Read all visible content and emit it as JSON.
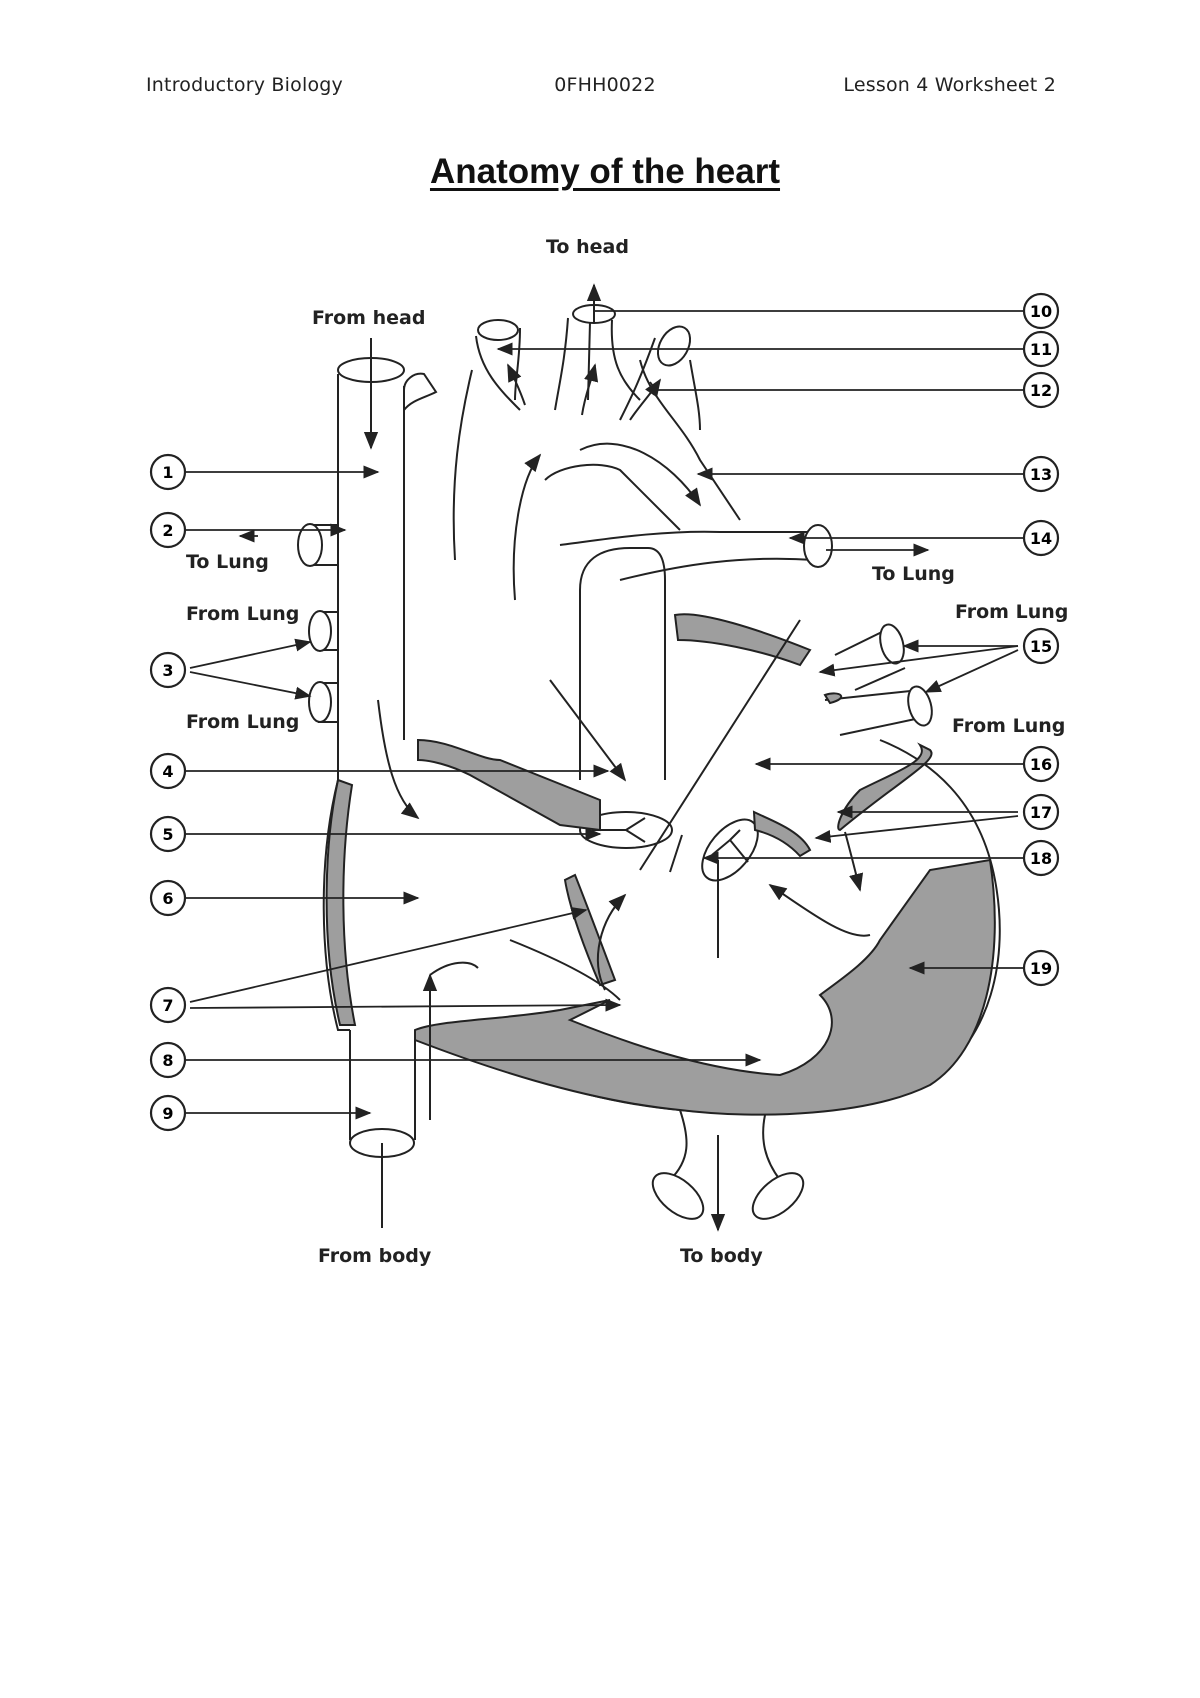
{
  "header": {
    "left": "Introductory Biology",
    "center": "0FHH0022",
    "right": "Lesson 4 Worksheet 2"
  },
  "title": "Anatomy of the heart",
  "diagram": {
    "flow_labels": {
      "to_head": "To head",
      "from_head": "From head",
      "to_lung_left": "To Lung",
      "to_lung_right": "To Lung",
      "from_lung_left_top": "From Lung",
      "from_lung_left_bottom": "From Lung",
      "from_lung_right_top": "From Lung",
      "from_lung_right_bottom": "From Lung",
      "from_body": "From body",
      "to_body": "To body"
    },
    "left_markers": [
      "1",
      "2",
      "3",
      "4",
      "5",
      "6",
      "7",
      "8",
      "9"
    ],
    "right_markers": [
      "10",
      "11",
      "12",
      "13",
      "14",
      "15",
      "16",
      "17",
      "18",
      "19"
    ]
  },
  "colors": {
    "line": "#222222",
    "muscle_fill": "#9e9e9e"
  }
}
